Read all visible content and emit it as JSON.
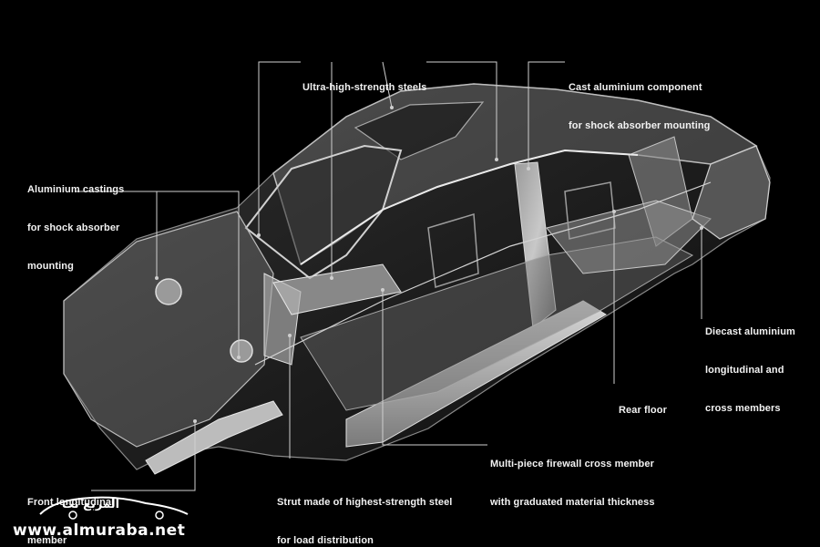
{
  "labels": {
    "ultra_high_strength": [
      "Ultra-high-strength steels"
    ],
    "cast_aluminium": [
      "Cast aluminium component",
      "for shock absorber mounting"
    ],
    "aluminium_castings": [
      "Aluminium castings",
      "for shock absorber",
      "mounting"
    ],
    "diecast_aluminium": [
      "Diecast aluminium",
      "longitudinal and",
      "cross members"
    ],
    "rear_floor": [
      "Rear floor"
    ],
    "firewall": [
      "Multi-piece firewall cross member",
      "with graduated material thickness"
    ],
    "strut": [
      "Strut made of highest-strength steel",
      "for load distribution"
    ],
    "front_longitudinal": [
      "Front longitudinal",
      "member"
    ]
  },
  "watermark": {
    "url": "www.almuraba.net",
    "arabic": "المربع نت"
  },
  "colors": {
    "background": "#000000",
    "leader_line": "#cfcfcf",
    "text": "#f2f2f2"
  }
}
